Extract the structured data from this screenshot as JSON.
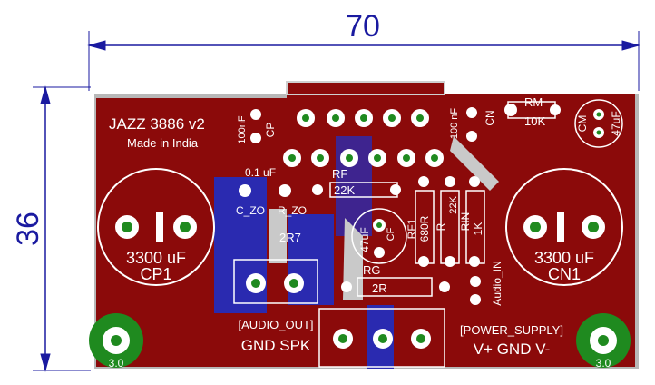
{
  "dimensions": {
    "width": "70",
    "height": "36"
  },
  "board": {
    "title": "JAZZ 3886 v2",
    "subtitle": "Made in India",
    "colors": {
      "copper_top": "#8b0a0a",
      "copper_bottom": "#2a2ab0",
      "pad": "#ffffff",
      "hole_ring": "#1f8a1f",
      "dimension": "#1a1aa0"
    }
  },
  "components": {
    "cp_label": "CP",
    "cp_value": "100nF",
    "c_zo_value": "0.1 uF",
    "c_zo_label": "C_ZO",
    "r_zo_label": "R_ZO",
    "r_zo_value": "2R7",
    "rf_label": "RF",
    "rf_value": "22K",
    "rf1_label": "RF1",
    "rf1_value": "680R",
    "r_label": "R",
    "r_value": "22K",
    "rin_label": "RIN",
    "rin_value": "1K",
    "rg_label": "RG",
    "rg_value": "2R",
    "cf_value": "47uF",
    "cf_label": "CF",
    "rm_label": "RM",
    "rm_value": "10K",
    "cn_label": "CN",
    "cn_value": "100 nF",
    "cm_label": "CM",
    "cm_value": "47uF",
    "cap_left_value": "3300 uF",
    "cap_left_label": "CP1",
    "cap_right_value": "3300 uF",
    "cap_right_label": "CN1",
    "audio_in_label": "Audio_IN",
    "audio_out_label": "[AUDIO_OUT]",
    "audio_out_pins": "GND SPK",
    "power_label": "[POWER_SUPPLY]",
    "power_pins": "V+ GND V-",
    "mount_left": "3.0",
    "mount_right": "3.0"
  }
}
